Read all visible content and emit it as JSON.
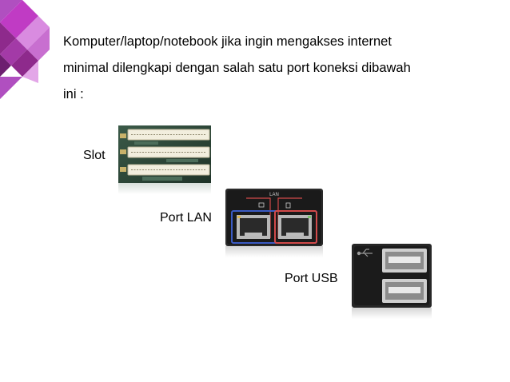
{
  "slide": {
    "intro_lines": [
      "Komputer/laptop/notebook jika ingin mengakses internet",
      "minimal dilengkapi dengan salah satu port koneksi dibawah",
      "ini :"
    ],
    "items": [
      {
        "label": "Slot"
      },
      {
        "label": "Port LAN",
        "photo_text": "LAN"
      },
      {
        "label": "Port USB"
      }
    ]
  },
  "colors": {
    "accent_purple": "#8e2a8c",
    "accent_magenta": "#c03bc4",
    "accent_light": "#d98be0"
  }
}
